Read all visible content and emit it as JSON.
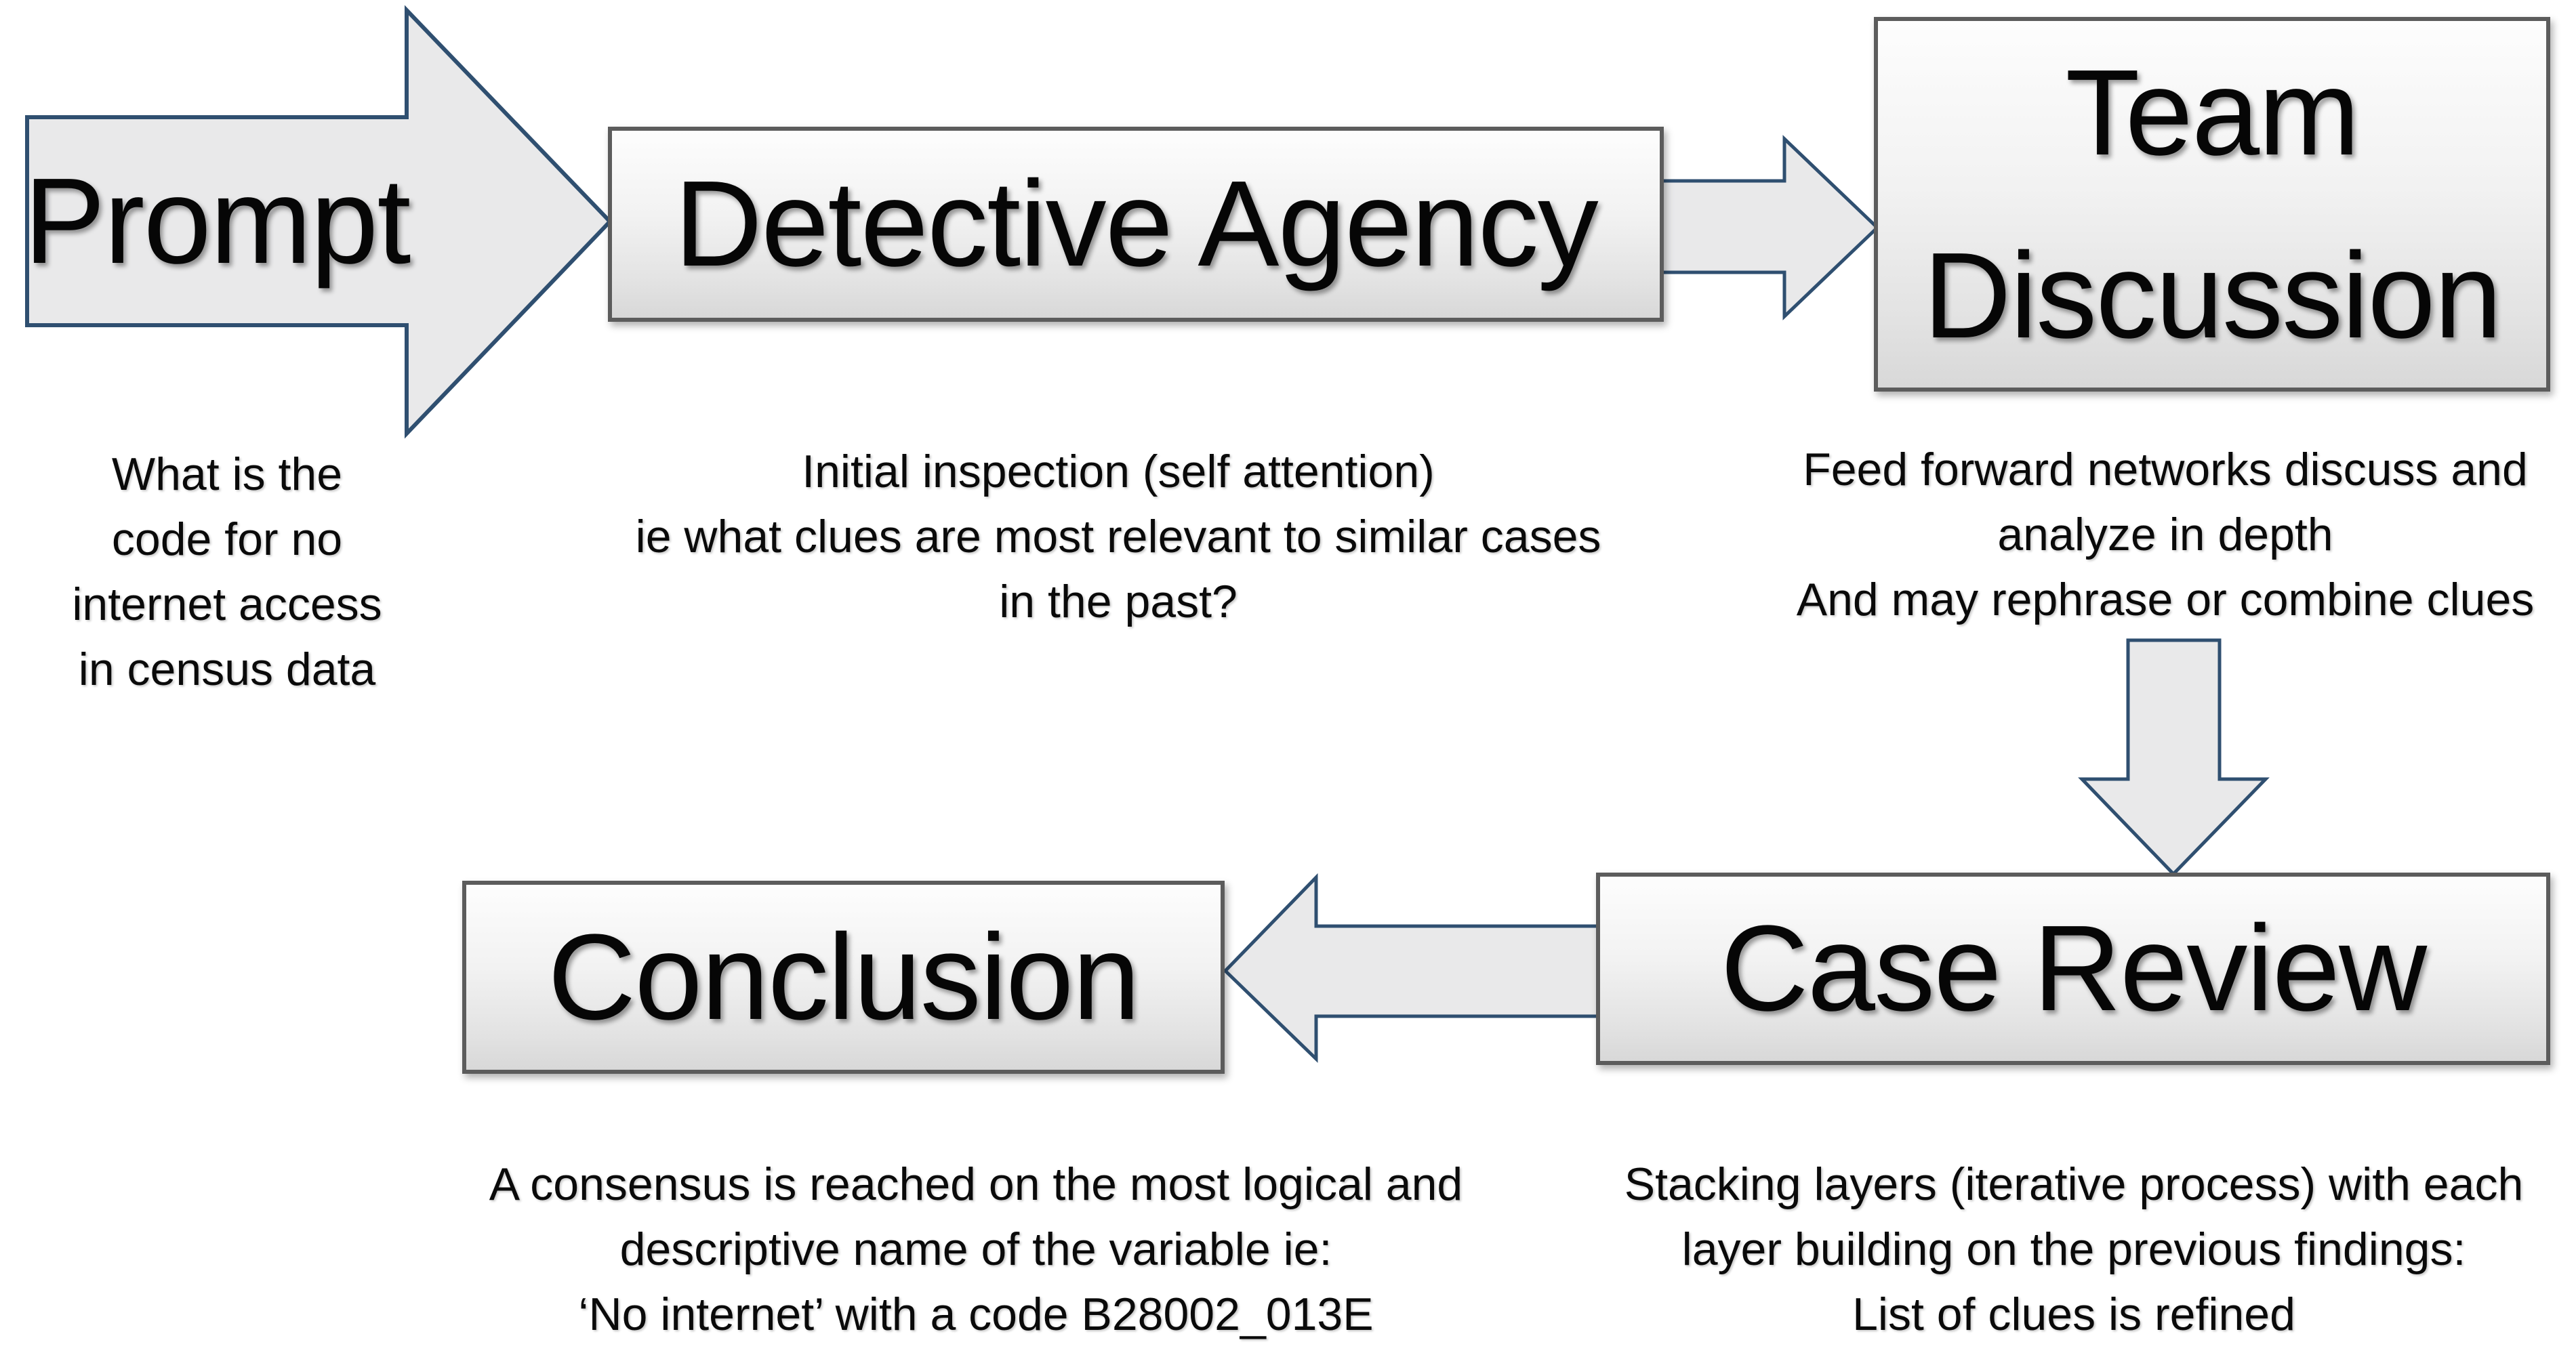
{
  "colors": {
    "background": "#ffffff",
    "arrow_fill": "#e9e9ea",
    "arrow_border": "#2f4f70",
    "box_border": "#5c5c5c",
    "box_fill_top": "#fdfdfd",
    "box_fill_bottom": "#d8d8d8",
    "text": "#0a0a0a"
  },
  "nodes": {
    "prompt": {
      "label": "Prompt",
      "caption": [
        "What is the",
        "code for no",
        "internet access",
        "in census data"
      ]
    },
    "detective_agency": {
      "label": "Detective Agency",
      "caption": [
        "Initial inspection (self attention)",
        "ie what clues are most relevant to similar cases",
        "in the past?"
      ]
    },
    "team_discussion": {
      "label_line1": "Team",
      "label_line2": "Discussion",
      "caption": [
        "Feed forward networks discuss and",
        "analyze in depth",
        "And may rephrase or combine clues"
      ]
    },
    "case_review": {
      "label": "Case Review",
      "caption": [
        "Stacking layers (iterative process) with each",
        "layer building on the previous findings:",
        "List of clues is refined"
      ]
    },
    "conclusion": {
      "label": "Conclusion",
      "caption": [
        "A consensus is reached on the most logical and",
        "descriptive name of the variable ie:",
        "‘No internet’ with a code B28002_013E"
      ]
    }
  },
  "icons": {
    "prompt_arrow": "right-block-arrow",
    "da_to_td_arrow": "right-block-arrow",
    "td_to_cr_arrow": "down-block-arrow",
    "cr_to_conclusion_arrow": "left-block-arrow"
  }
}
